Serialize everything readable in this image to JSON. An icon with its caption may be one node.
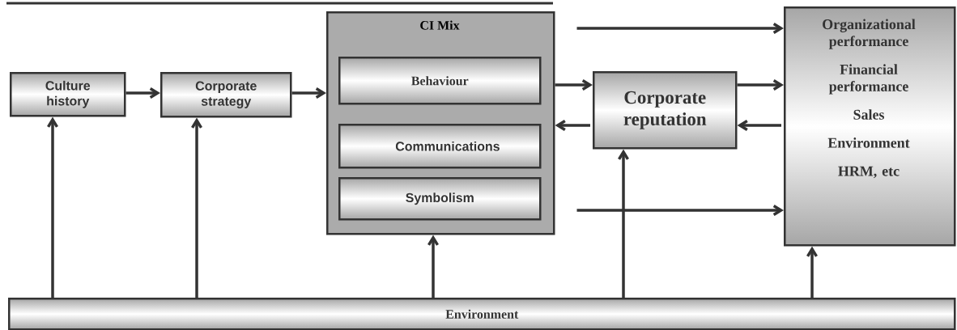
{
  "diagram": {
    "nodes": [
      {
        "text": [
          "Culture history"
        ]
      },
      {
        "text": [
          "Corporate strategy"
        ]
      },
      {
        "text": [
          "CI Mix"
        ]
      },
      {
        "text": [
          "Behaviour"
        ],
        "in": 2
      },
      {
        "text": [
          "Communications"
        ],
        "in": 2
      },
      {
        "text": [
          "Symbolism"
        ],
        "in": 2
      },
      {
        "text": [
          "Corporate reputation"
        ]
      },
      {
        "text": [
          "Organizational performance",
          "Financial performance",
          "Sales",
          "Environment",
          "HRM, etc"
        ]
      },
      {
        "text": [
          "Environment"
        ]
      }
    ],
    "edges": [
      {
        "from": 0,
        "to": 1,
        "arrow": "to"
      },
      {
        "from": 1,
        "to": 2,
        "arrow": "to"
      },
      {
        "from": 2,
        "to": 7,
        "arrow": "to"
      },
      {
        "from": 2,
        "to": 6,
        "arrow": "to"
      },
      {
        "from": 6,
        "to": 2,
        "arrow": "to"
      },
      {
        "from": 6,
        "to": 7,
        "arrow": "to"
      },
      {
        "from": 7,
        "to": 6,
        "arrow": "to"
      },
      {
        "from": 2,
        "to": 7,
        "arrow": "to"
      },
      {
        "from": 8,
        "to": 0,
        "arrow": "to"
      },
      {
        "from": 8,
        "to": 1,
        "arrow": "to"
      },
      {
        "from": 8,
        "to": 2,
        "arrow": "to"
      },
      {
        "from": 8,
        "to": 6,
        "arrow": "to"
      },
      {
        "from": 8,
        "to": 7,
        "arrow": "to"
      }
    ]
  }
}
